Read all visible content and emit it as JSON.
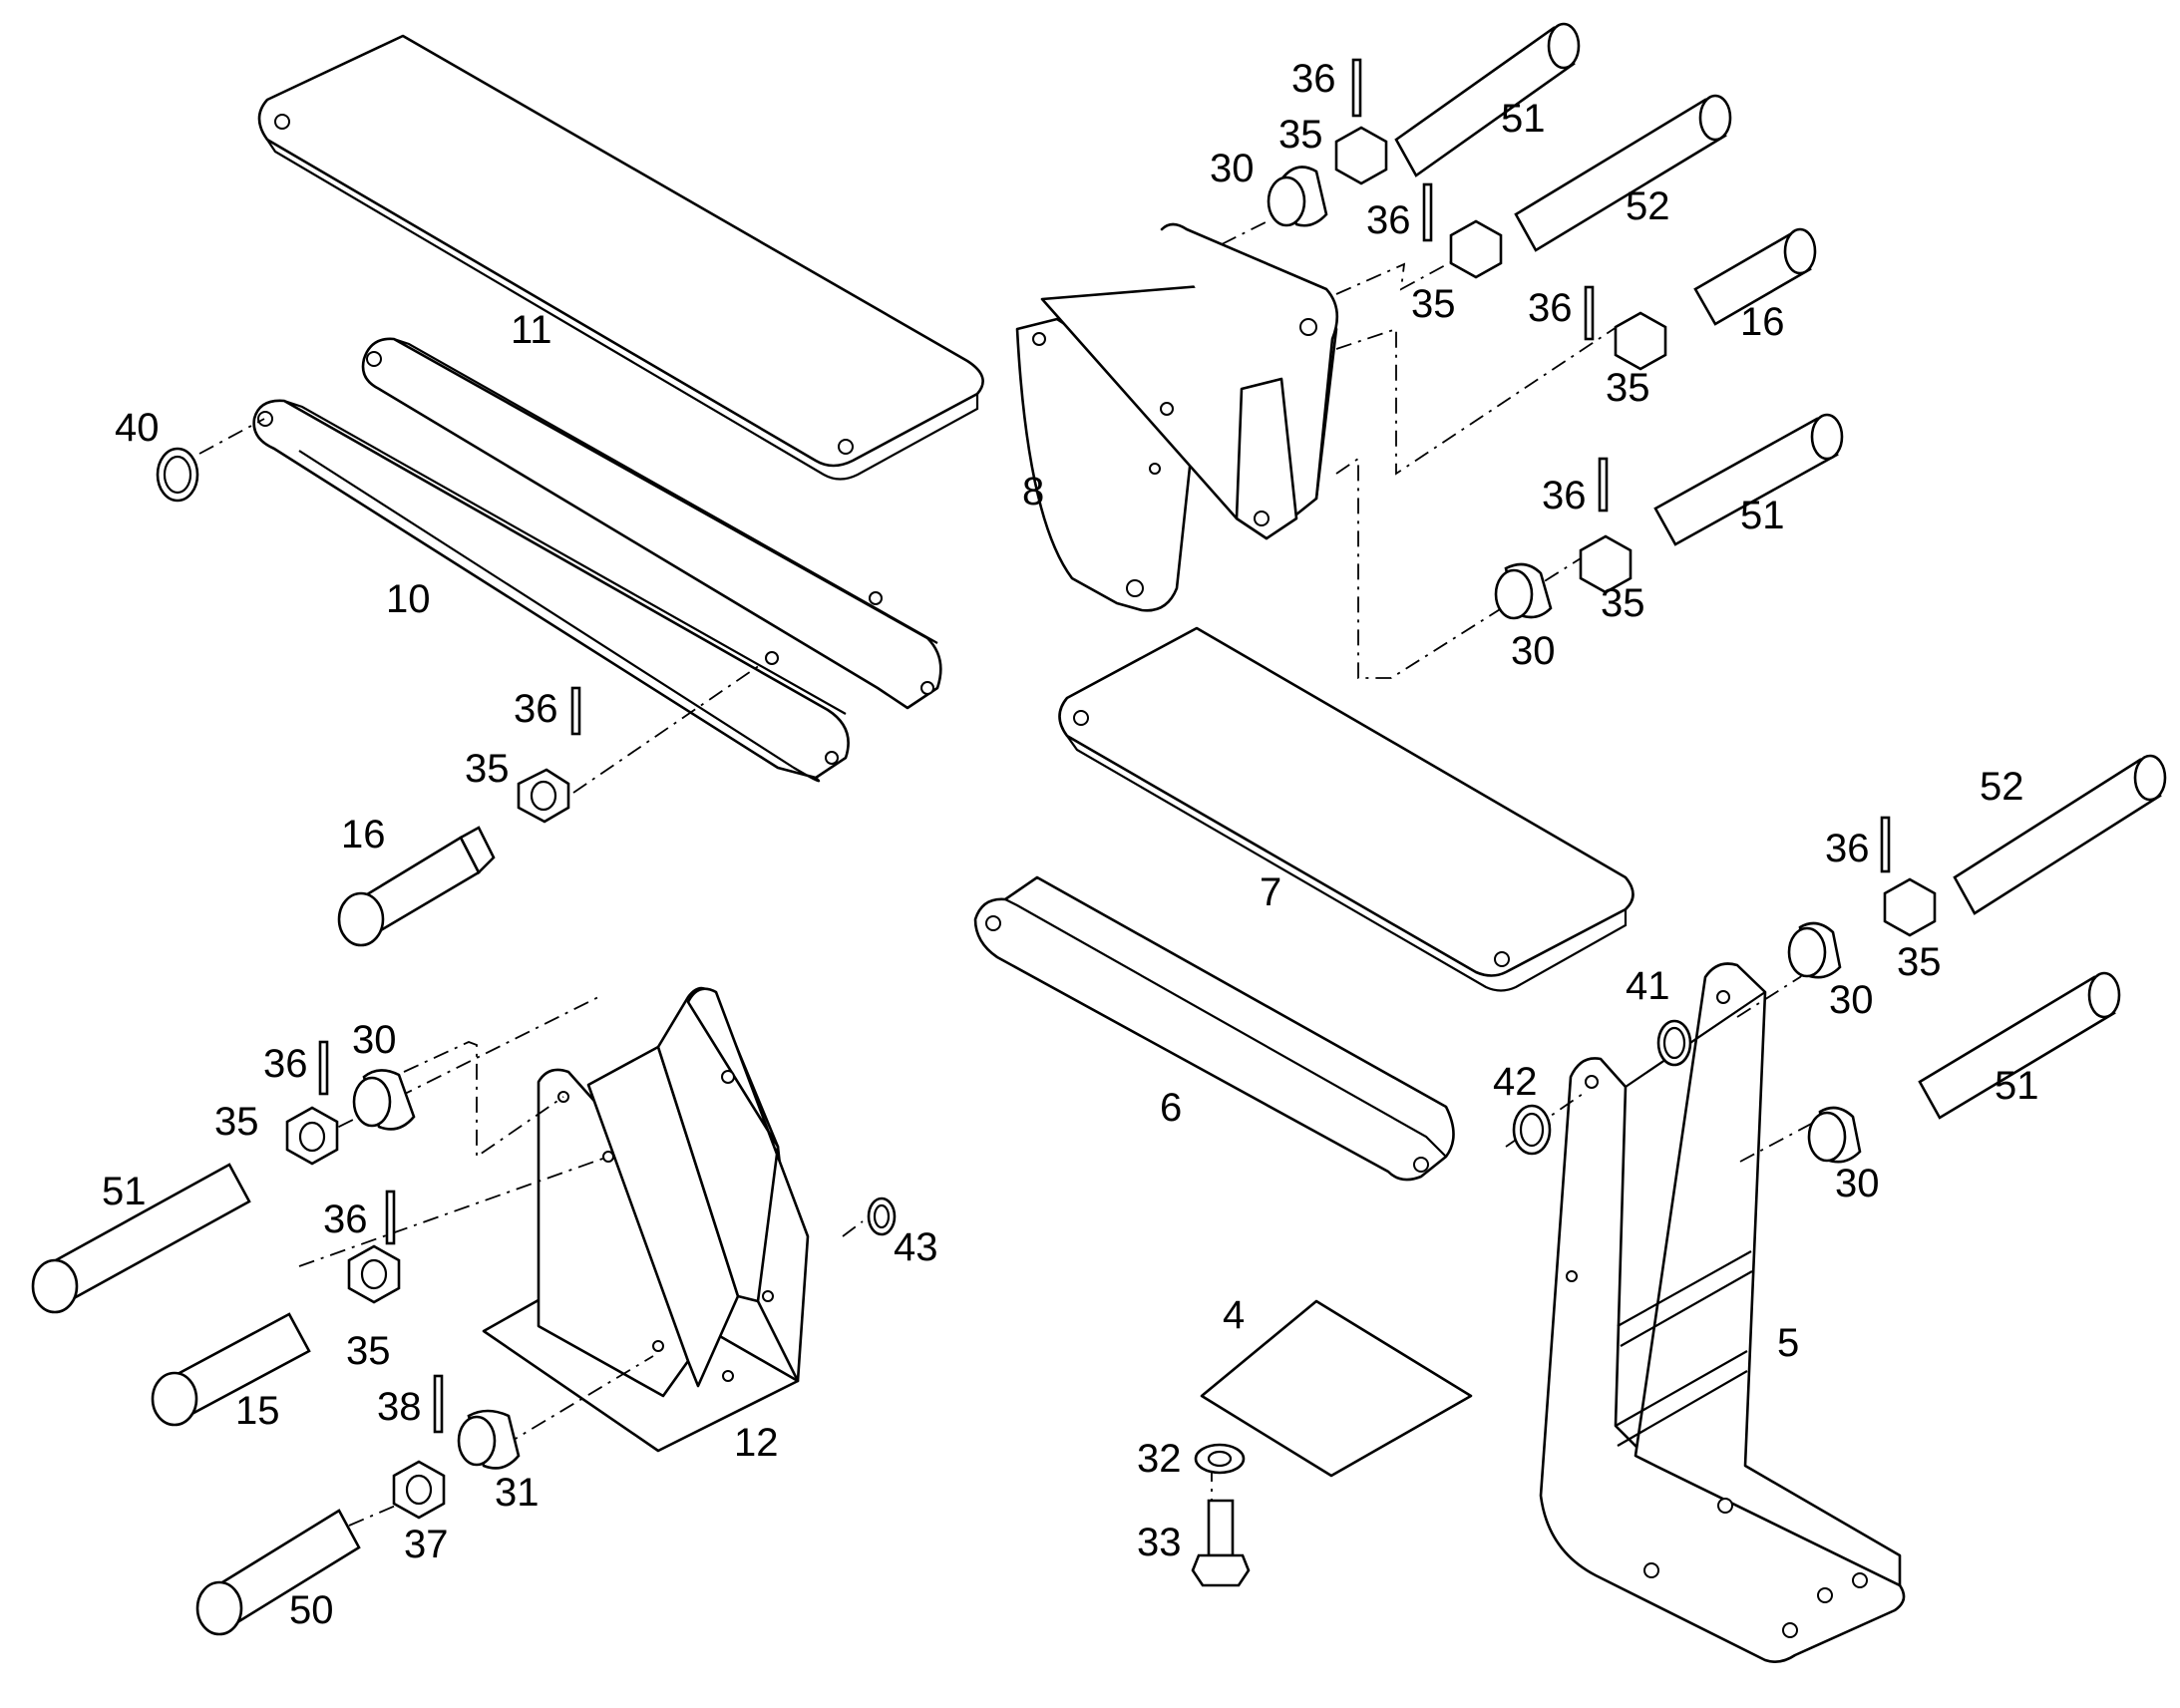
{
  "labels": {
    "p11": "11",
    "p10": "10",
    "p40": "40",
    "p36a": "36",
    "p35a": "35",
    "p16a": "16",
    "p8": "8",
    "p36b": "36",
    "p35b": "35",
    "p30a": "30",
    "p51a": "51",
    "p36c": "36",
    "p35c": "35",
    "p52a": "52",
    "p36d": "36",
    "p35d": "35",
    "p16b": "16",
    "p36e": "36",
    "p35e": "35",
    "p51b": "51",
    "p30b": "30",
    "p7": "7",
    "p6": "6",
    "p36f": "36",
    "p52b": "52",
    "p35f": "35",
    "p30c": "30",
    "p41": "41",
    "p42": "42",
    "p51c": "51",
    "p30d": "30",
    "p5": "5",
    "p4": "4",
    "p32": "32",
    "p33": "33",
    "p36g": "36",
    "p30e": "30",
    "p35g": "35",
    "p51d": "51",
    "p36h": "36",
    "p35h": "35",
    "p15": "15",
    "p38": "38",
    "p37": "37",
    "p31": "31",
    "p50": "50",
    "p12": "12",
    "p43": "43"
  }
}
